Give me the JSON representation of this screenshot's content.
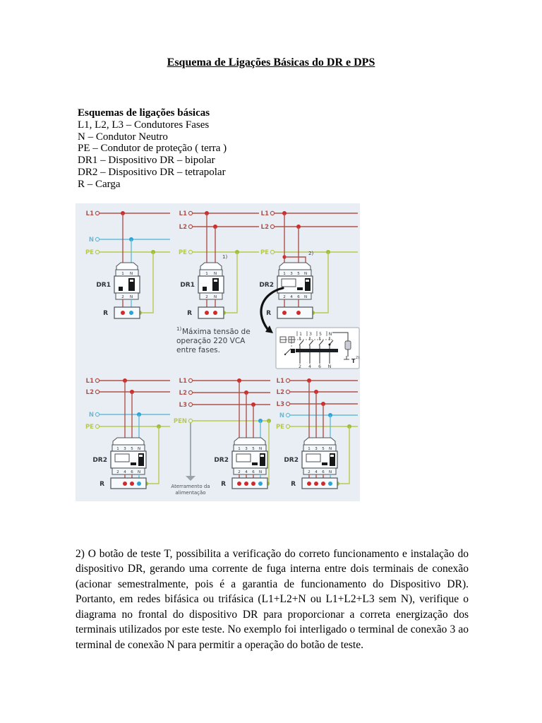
{
  "page": {
    "title": "Esquema de Ligações Básicas do DR e DPS",
    "legend": {
      "heading": "Esquemas de ligações básicas",
      "items": [
        "L1, L2, L3 – Condutores Fases",
        "N – Condutor Neutro",
        "PE – Condutor de proteção ( terra )",
        "DR1 – Dispositivo DR – bipolar",
        "DR2 – Dispositivo DR – tetrapolar",
        "R – Carga"
      ]
    },
    "paragraph": "2) O botão de teste T, possibilita a verificação do correto funcionamento e instalação do dispositivo DR, gerando uma corrente de fuga interna entre dois terminais de conexão (acionar semestralmente, pois é a garantia de funcionamento do Dispositivo DR). Portanto, em redes bifásica ou trifásica (L1+L2+N ou L1+L2+L3 sem N), verifique o diagrama no frontal do dispositivo DR para proporcionar a correta energização dos terminais utilizados por este teste. No exemplo foi interligado o terminal de conexão 3 ao terminal de conexão N para permitir a operação do botão de teste."
  },
  "diagram": {
    "background": "#e8eef4",
    "colors": {
      "phase": "#b0524b",
      "phase_dot": "#cf2b2b",
      "neutral": "#66bcd8",
      "neutral_dot": "#2aa3d6",
      "earth": "#b9c94f",
      "earth_dot": "#9fbe37",
      "device": "#4a5158",
      "text": "#3a4046",
      "ground": "#9aa2aa",
      "black": "#16181a"
    },
    "note1_sup": "1)",
    "note1_lines": [
      "Máxima tensão de",
      "operação 220 VCA",
      "entre fases."
    ],
    "ground_label": [
      "Aterramento da",
      "alimentação"
    ],
    "inset": {
      "top_terminals": [
        "1",
        "3",
        "5",
        "N"
      ],
      "bottom_terminals": [
        "2",
        "4",
        "6",
        "N"
      ],
      "test_label": "T",
      "test_sup": "2)"
    },
    "circuits": [
      {
        "name": "DR bipolar com L1 e N",
        "device": "DR1",
        "device_label": "DR1",
        "load_label": "R",
        "lines": [
          {
            "label": "L1",
            "role": "phase"
          },
          {
            "label": "N",
            "role": "neutral"
          },
          {
            "label": "PE",
            "role": "earth"
          }
        ],
        "top_terminals": [
          "1",
          "N"
        ],
        "bottom_terminals": [
          "2",
          "N"
        ],
        "load_dots": [
          "phase",
          "neutral"
        ]
      },
      {
        "name": "DR bipolar com L1 e L2",
        "device": "DR1",
        "device_label": "DR1",
        "load_label": "R",
        "note_ref": "1)",
        "lines": [
          {
            "label": "L1",
            "role": "phase"
          },
          {
            "label": "L2",
            "role": "phase"
          },
          {
            "label": "PE",
            "role": "earth"
          }
        ],
        "top_terminals": [
          "1",
          "N"
        ],
        "bottom_terminals": [
          "2",
          "N"
        ],
        "load_dots": [
          "phase",
          "phase"
        ]
      },
      {
        "name": "DR tetrapolar com L1 e L2 e jumper 3-N",
        "device": "DR2",
        "device_label": "DR2",
        "load_label": "R",
        "note_ref": "2)",
        "jumper": true,
        "lines": [
          {
            "label": "L1",
            "role": "phase"
          },
          {
            "label": "L2",
            "role": "phase"
          },
          {
            "label": "PE",
            "role": "earth"
          }
        ],
        "top_terminals": [
          "1",
          "3",
          "5",
          "N"
        ],
        "bottom_terminals": [
          "2",
          "4",
          "6",
          "N"
        ],
        "load_dots": [
          "phase",
          "phase"
        ]
      },
      {
        "name": "DR tetrapolar com L1, L2 e N",
        "device": "DR2",
        "device_label": "DR2",
        "load_label": "R",
        "lines": [
          {
            "label": "L1",
            "role": "phase"
          },
          {
            "label": "L2",
            "role": "phase"
          },
          {
            "label": "N",
            "role": "neutral"
          },
          {
            "label": "PE",
            "role": "earth"
          }
        ],
        "top_terminals": [
          "1",
          "3",
          "5",
          "N"
        ],
        "bottom_terminals": [
          "2",
          "4",
          "6",
          "N"
        ],
        "load_dots": [
          "phase",
          "phase",
          "neutral"
        ]
      },
      {
        "name": "DR tetrapolar com L1, L2, L3 e PEN",
        "device": "DR2",
        "device_label": "DR2",
        "load_label": "R",
        "grounded": true,
        "lines": [
          {
            "label": "L1",
            "role": "phase"
          },
          {
            "label": "L2",
            "role": "phase"
          },
          {
            "label": "L3",
            "role": "phase"
          },
          {
            "label": "PEN",
            "role": "earth"
          }
        ],
        "top_terminals": [
          "1",
          "3",
          "5",
          "N"
        ],
        "bottom_terminals": [
          "2",
          "4",
          "6",
          "N"
        ],
        "load_dots": [
          "phase",
          "phase",
          "phase",
          "neutral"
        ]
      },
      {
        "name": "DR tetrapolar com L1, L2, L3 e N",
        "device": "DR2",
        "device_label": "DR2",
        "load_label": "R",
        "lines": [
          {
            "label": "L1",
            "role": "phase"
          },
          {
            "label": "L2",
            "role": "phase"
          },
          {
            "label": "L3",
            "role": "phase"
          },
          {
            "label": "N",
            "role": "neutral"
          },
          {
            "label": "PE",
            "role": "earth"
          }
        ],
        "top_terminals": [
          "1",
          "3",
          "5",
          "N"
        ],
        "bottom_terminals": [
          "2",
          "4",
          "6",
          "N"
        ],
        "load_dots": [
          "phase",
          "phase",
          "phase",
          "neutral"
        ]
      }
    ]
  }
}
